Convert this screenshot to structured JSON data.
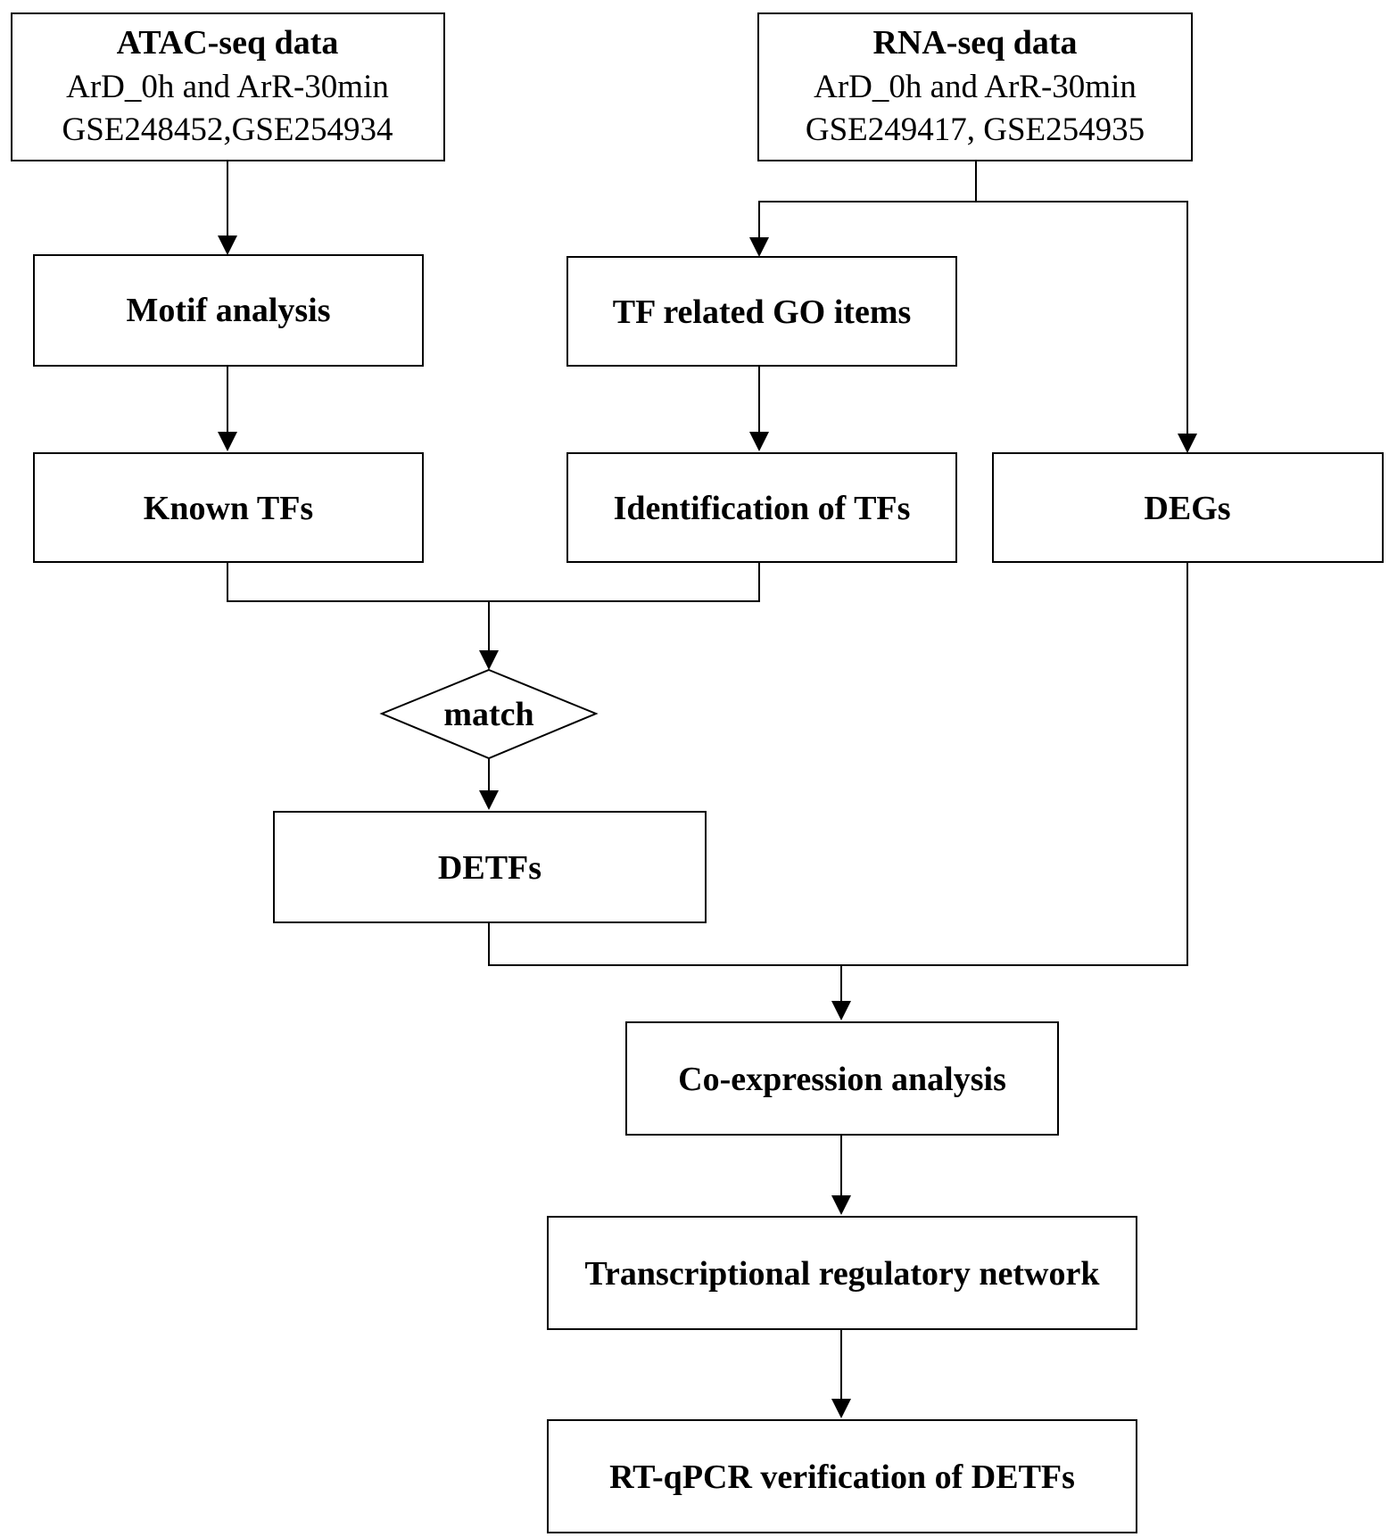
{
  "nodes": {
    "atac": {
      "title": "ATAC-seq data",
      "line1": "ArD_0h and ArR-30min",
      "line2": "GSE248452,GSE254934"
    },
    "rna": {
      "title": "RNA-seq data",
      "line1": "ArD_0h and ArR-30min",
      "line2": "GSE249417, GSE254935"
    },
    "motif": {
      "label": "Motif analysis"
    },
    "tf_go": {
      "label": "TF related GO items"
    },
    "known_tfs": {
      "label": "Known TFs"
    },
    "identification": {
      "label": "Identification of TFs"
    },
    "degs": {
      "label": "DEGs"
    },
    "match": {
      "label": "match"
    },
    "detfs": {
      "label": "DETFs"
    },
    "coexpression": {
      "label": "Co-expression analysis"
    },
    "network": {
      "label": "Transcriptional regulatory network"
    },
    "rtqpcr": {
      "label": "RT-qPCR verification of DETFs"
    }
  },
  "colors": {
    "stroke": "#000000",
    "background": "#ffffff",
    "text": "#000000"
  }
}
